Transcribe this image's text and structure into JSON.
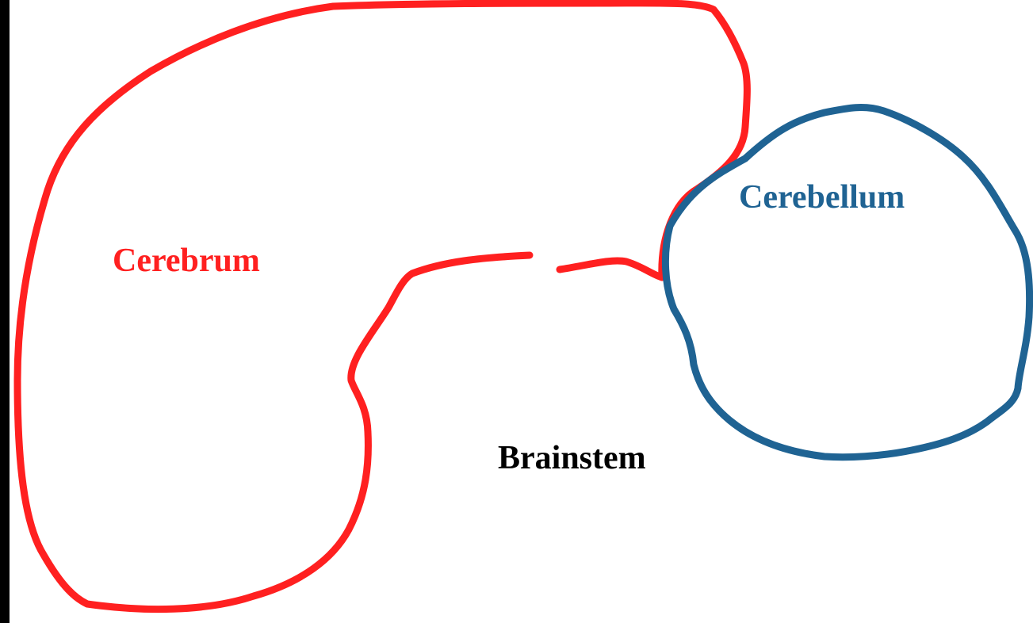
{
  "regions": {
    "cerebrum": {
      "label": "Cerebrum",
      "color": "#ff2020"
    },
    "cerebellum": {
      "label": "Cerebellum",
      "color": "#1f6393"
    },
    "brainstem": {
      "label": "Brainstem",
      "color": "#000000"
    }
  },
  "colors": {
    "background": "#ffffff",
    "frame": "#000000"
  }
}
